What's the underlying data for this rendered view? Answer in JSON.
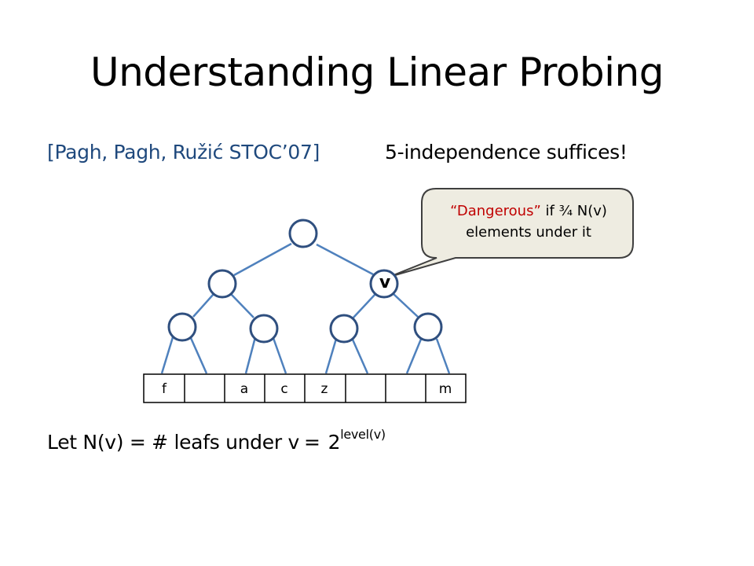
{
  "slide": {
    "title": "Understanding Linear Probing",
    "citation": "[Pagh, Pagh, Ružić STOC’07]",
    "claim": "5-independence suffices!"
  },
  "callout": {
    "quote_open": "“",
    "highlight": "Dangerous",
    "quote_close": "”",
    "rest_line1": " if ¾ N(v)",
    "line2": "elements under it"
  },
  "tree": {
    "marked_node_label": "v",
    "cells": [
      "f",
      "",
      "a",
      "c",
      "z",
      "",
      "",
      "m"
    ]
  },
  "formula": {
    "lhs": "Let N(v) = # leafs under v",
    "equals": "=",
    "base": "2",
    "exponent": "level(v)"
  },
  "colors": {
    "node_stroke": "#2f4f7f",
    "edge": "#4f81bd",
    "callout_fill": "#eeece1",
    "callout_stroke": "#3f3f3f",
    "citation_text": "#1f497d",
    "danger_text": "#c00000"
  }
}
